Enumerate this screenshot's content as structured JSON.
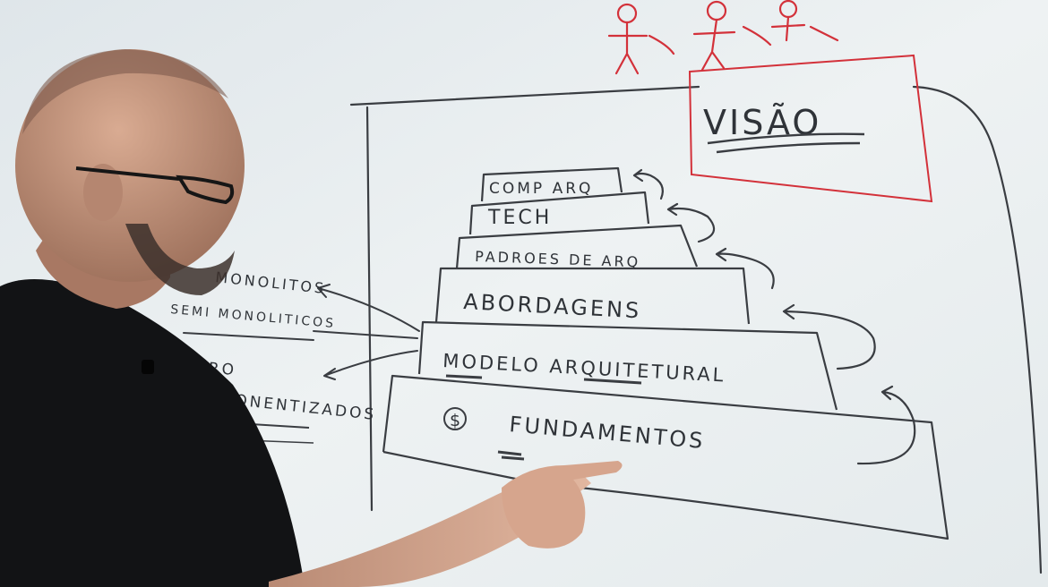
{
  "whiteboard": {
    "vision_label": "VISÃO",
    "pyramid_levels": [
      "COMP ARQ",
      "TECH",
      "PADROES DE ARQ",
      "ABORDAGENS",
      "MODELO ARQUITETURAL",
      "FUNDAMENTOS"
    ],
    "side_notes": [
      "MONOLITOS",
      "SEMI MONOLITICOS",
      "MICRO",
      "COMPONENTIZADOS"
    ],
    "fundamentos_symbol": "$"
  },
  "colors": {
    "board": "#e9eef0",
    "marker_black": "#2f3338",
    "marker_red": "#d3313a",
    "shirt": "#121315",
    "skin": "#c9987f"
  }
}
